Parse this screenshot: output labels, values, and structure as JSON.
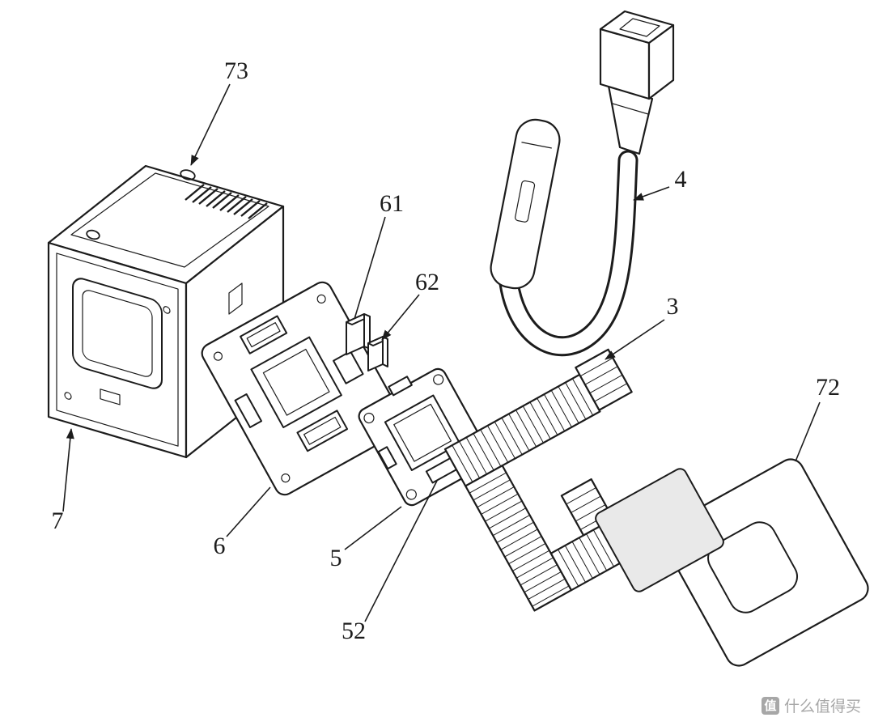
{
  "figure": {
    "background_color": "#ffffff",
    "line_color": "#1c1c1c"
  },
  "labels": [
    "73",
    "7",
    "61",
    "62",
    "6",
    "5",
    "52",
    "4",
    "3",
    "72"
  ],
  "watermark": {
    "logo": "值",
    "name": "什么值得买"
  }
}
